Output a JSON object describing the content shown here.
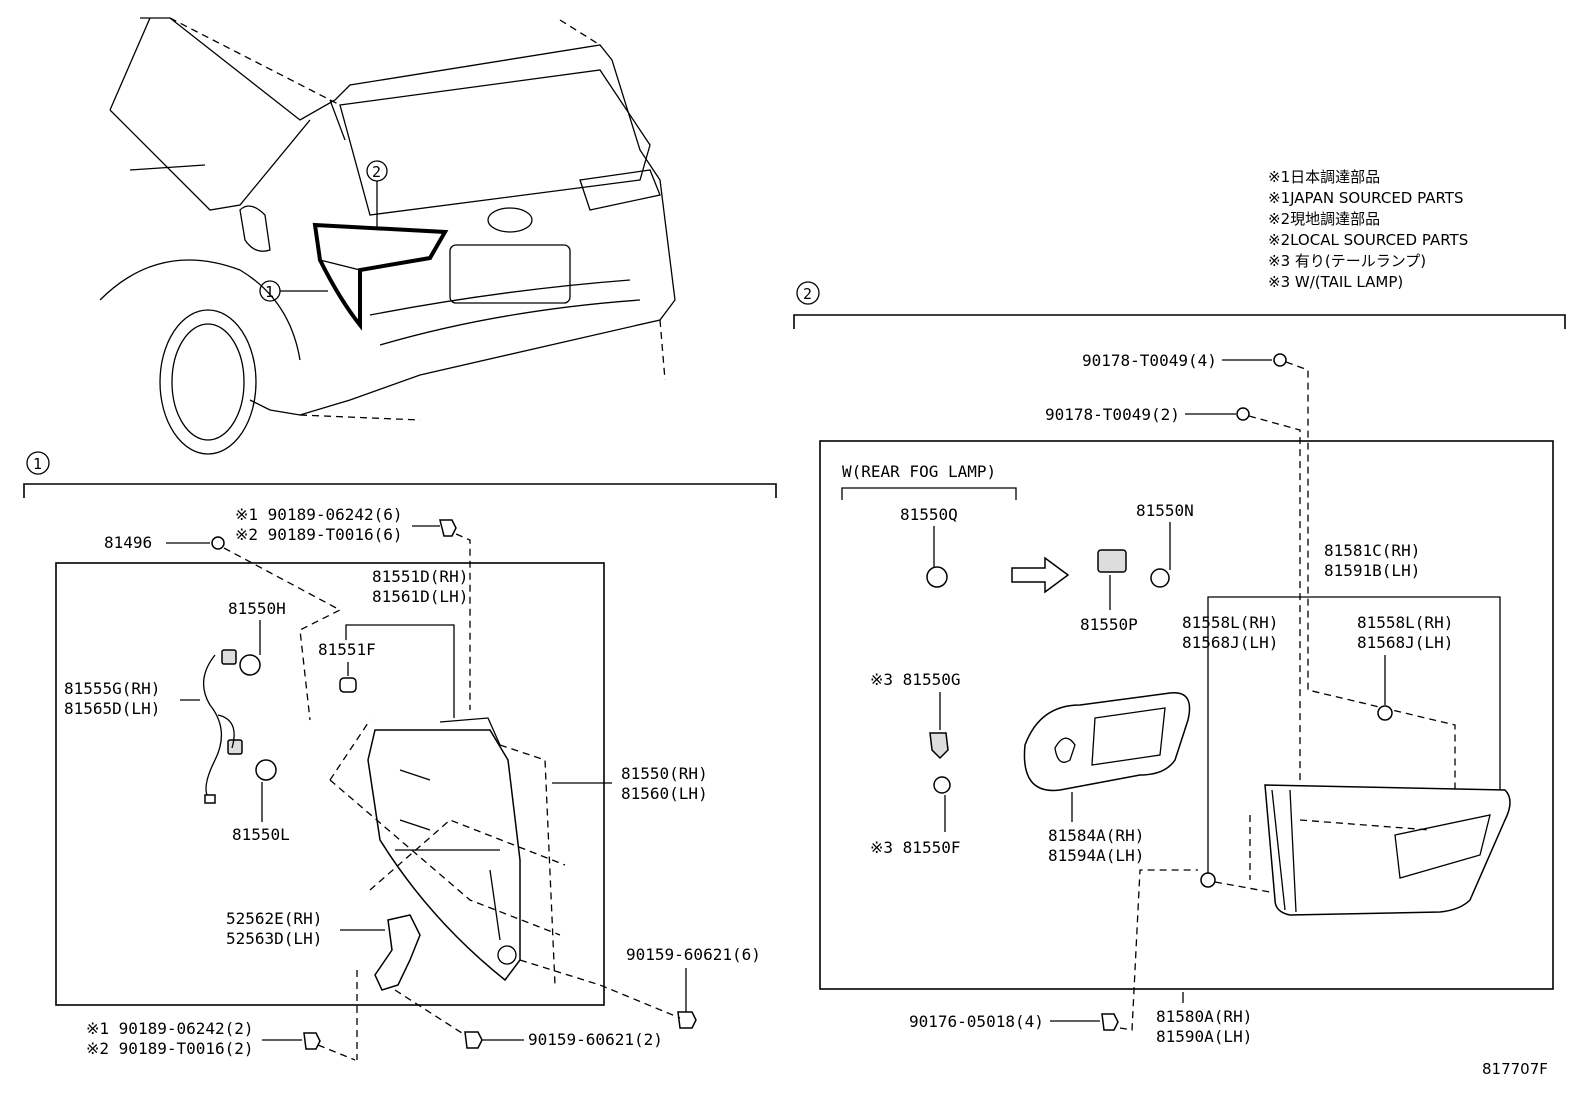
{
  "notes": {
    "n1_jp": "※1日本調達部品",
    "n1_en": "※1JAPAN SOURCED PARTS",
    "n2_jp": "※2現地調達部品",
    "n2_en": "※2LOCAL SOURCED PARTS",
    "n3_jp": "※3 有り(テールランプ)",
    "n3_en": "※3 W/(TAIL LAMP)"
  },
  "callouts": {
    "one": "1",
    "two": "2"
  },
  "left_group": {
    "p81496": "81496",
    "screw_top_1": "※1 90189-06242(6)",
    "screw_top_2": "※2 90189-T0016(6)",
    "p81550H": "81550H",
    "p81555G": "81555G(RH)",
    "p81565D": "81565D(LH)",
    "p81550L": "81550L",
    "p81551D": "81551D(RH)",
    "p81561D": "81561D(LH)",
    "p81551F": "81551F",
    "p81550": "81550(RH)",
    "p81560": "81560(LH)",
    "p52562E": "52562E(RH)",
    "p52563D": "52563D(LH)",
    "p90159_6": "90159-60621(6)",
    "p90159_2": "90159-60621(2)",
    "screw_bot_1": "※1 90189-06242(2)",
    "screw_bot_2": "※2 90189-T0016(2)"
  },
  "right_group": {
    "p90178_4": "90178-T0049(4)",
    "p90178_2": "90178-T0049(2)",
    "fog_label": "W(REAR FOG LAMP)",
    "p81550Q": "81550Q",
    "p81550N": "81550N",
    "p81550P": "81550P",
    "p81581C": "81581C(RH)",
    "p81591B": "81591B(LH)",
    "p81558L_a": "81558L(RH)",
    "p81568J_a": "81568J(LH)",
    "p81558L_b": "81558L(RH)",
    "p81568J_b": "81568J(LH)",
    "p81550G": "※3 81550G",
    "p81550F": "※3 81550F",
    "p81584A": "81584A(RH)",
    "p81594A": "81594A(LH)",
    "p90176": "90176-05018(4)",
    "p81580A": "81580A(RH)",
    "p81590A": "81590A(LH)"
  },
  "figure_id": "817707F"
}
